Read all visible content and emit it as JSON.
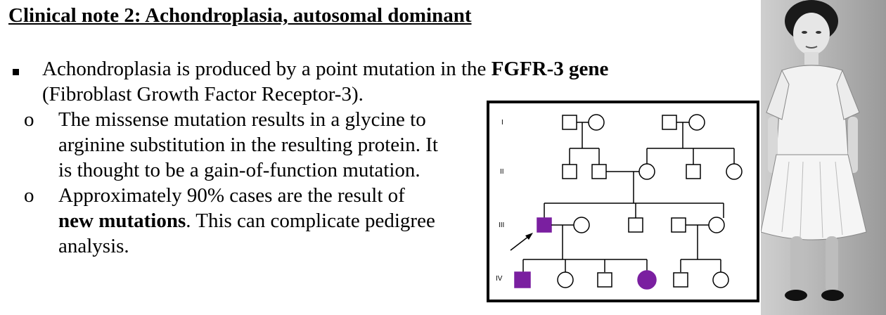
{
  "title": "Clinical note 2: Achondroplasia, autosomal dominant",
  "bullets": [
    {
      "line1_pre": "Achondroplasia is produced by a point mutation in the ",
      "line1_bold": "FGFR-3 gene",
      "line2": "(Fibroblast Growth Factor Receptor-3).",
      "sub": [
        {
          "lines": [
            "The missense mutation results in a glycine to",
            "arginine substitution in the resulting protein. It",
            "is thought to be a gain-of-function mutation."
          ]
        },
        {
          "line1": "Approximately 90% cases are the result of",
          "line2_bold": "new mutations",
          "line2_rest": ". This can complicate pedigree",
          "line3": "analysis."
        }
      ]
    }
  ],
  "pedigree": {
    "generation_labels": [
      "I",
      "II",
      "III",
      "IV"
    ],
    "affected_color": "#7a1fa0",
    "affected_individuals": [
      "III-1",
      "IV-1",
      "IV-4"
    ],
    "proband": "III-1"
  },
  "photo": {
    "description_icon": "person-photo-icon"
  }
}
